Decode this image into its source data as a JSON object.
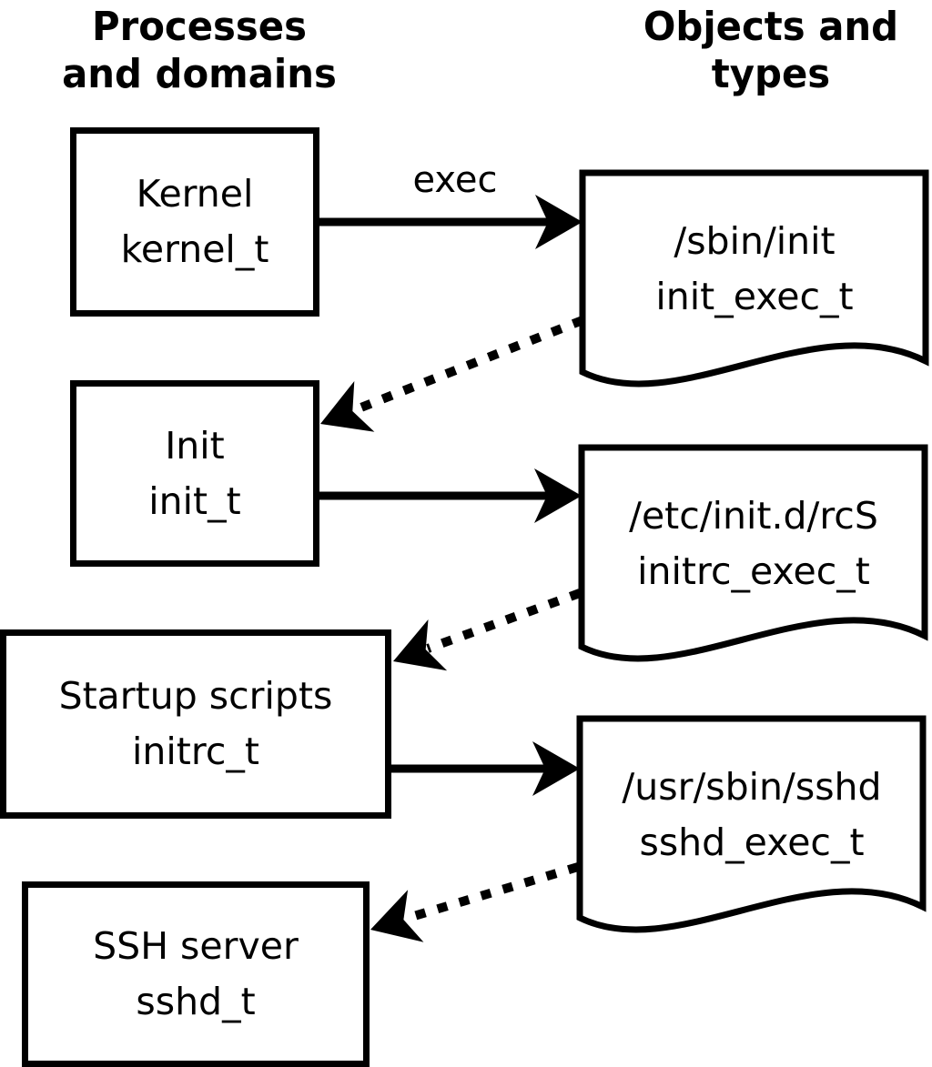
{
  "diagram": {
    "headers": {
      "left": {
        "line1": "Processes",
        "line2": "and domains"
      },
      "right": {
        "line1": "Objects and",
        "line2": "types"
      }
    },
    "edge_label": "exec",
    "process_nodes": [
      {
        "name": "Kernel",
        "type": "kernel_t"
      },
      {
        "name": "Init",
        "type": "init_t"
      },
      {
        "name": "Startup scripts",
        "type": "initrc_t"
      },
      {
        "name": "SSH server",
        "type": "sshd_t"
      }
    ],
    "object_nodes": [
      {
        "path": "/sbin/init",
        "type": "init_exec_t"
      },
      {
        "path": "/etc/init.d/rcS",
        "type": "initrc_exec_t"
      },
      {
        "path": "/usr/sbin/sshd",
        "type": "sshd_exec_t"
      }
    ],
    "edges": {
      "solid": [
        {
          "from": "kernel_t",
          "to": "init_exec_t",
          "label": "exec"
        },
        {
          "from": "init_t",
          "to": "initrc_exec_t",
          "label": ""
        },
        {
          "from": "initrc_t",
          "to": "sshd_exec_t",
          "label": ""
        }
      ],
      "dotted": [
        {
          "from": "init_exec_t",
          "to": "init_t"
        },
        {
          "from": "initrc_exec_t",
          "to": "initrc_t"
        },
        {
          "from": "sshd_exec_t",
          "to": "sshd_t"
        }
      ]
    },
    "colors": {
      "line": "#000000",
      "background": "#ffffff"
    }
  }
}
